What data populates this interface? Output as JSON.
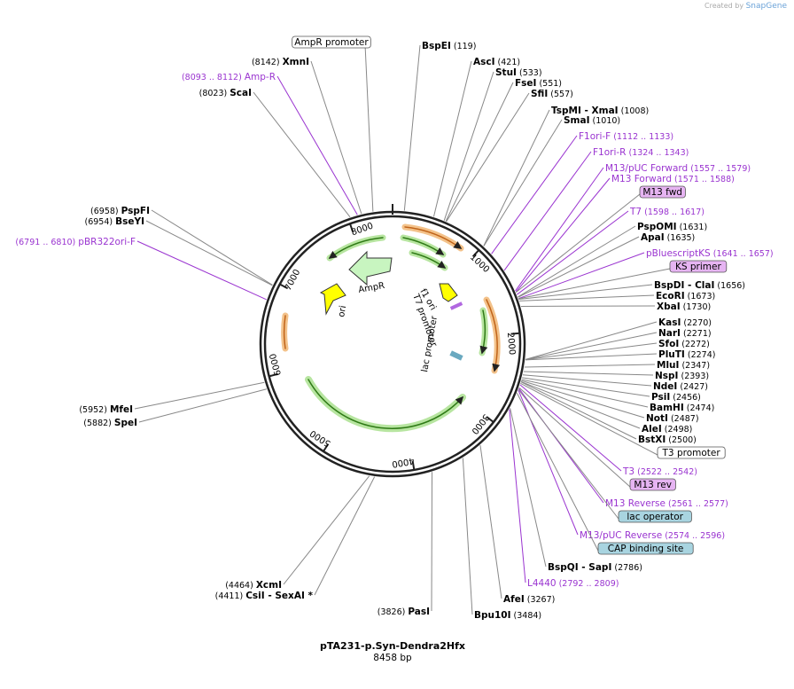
{
  "app": {
    "credit_prefix": "Created by",
    "credit_brand": "SnapGene"
  },
  "plasmid": {
    "name": "pTA231-p.Syn-Dendra2Hfx",
    "length_label": "8458 bp",
    "length": 8458
  },
  "ring": {
    "tick_labels": [
      "1000",
      "2000",
      "3000",
      "4000",
      "5000",
      "6000",
      "7000",
      "8000"
    ]
  },
  "colors": {
    "primer_feature": "#9a34d0",
    "primer_box": "#e6b4f2",
    "box_blue": "#a8d4e0",
    "arrow_green": "#3a8a1c",
    "arrow_orange": "#e0902a",
    "arrow_yellow": "#ffff00",
    "leader_grey": "#888888"
  },
  "inner_labels": {
    "ampr": "AmpR",
    "ori": "ori",
    "f1ori": "f1 ori",
    "t7promoter": "T7 promoter",
    "lacpromoter": "lac promoter"
  },
  "enzymes": [
    {
      "name": "BspEI",
      "pos": "(119)"
    },
    {
      "name": "AscI",
      "pos": "(421)"
    },
    {
      "name": "StuI",
      "pos": "(533)"
    },
    {
      "name": "FseI",
      "pos": "(551)"
    },
    {
      "name": "SfiI",
      "pos": "(557)"
    },
    {
      "name": "TspMI",
      "pos2": "XmaI",
      "pos": "(1008)"
    },
    {
      "name": "SmaI",
      "pos": "(1010)"
    },
    {
      "name": "PspOMI",
      "pos": "(1631)"
    },
    {
      "name": "ApaI",
      "pos": "(1635)"
    },
    {
      "name": "BspDI",
      "pos2": "ClaI",
      "pos": "(1656)"
    },
    {
      "name": "EcoRI",
      "pos": "(1673)"
    },
    {
      "name": "XbaI",
      "pos": "(1730)"
    },
    {
      "name": "KasI",
      "pos": "(2270)"
    },
    {
      "name": "NarI",
      "pos": "(2271)"
    },
    {
      "name": "SfoI",
      "pos": "(2272)"
    },
    {
      "name": "PluTI",
      "pos": "(2274)"
    },
    {
      "name": "MluI",
      "pos": "(2347)"
    },
    {
      "name": "NspI",
      "pos": "(2393)"
    },
    {
      "name": "NdeI",
      "pos": "(2427)"
    },
    {
      "name": "PsiI",
      "pos": "(2456)"
    },
    {
      "name": "BamHI",
      "pos": "(2474)"
    },
    {
      "name": "NotI",
      "pos": "(2487)"
    },
    {
      "name": "AleI",
      "pos": "(2498)"
    },
    {
      "name": "BstXI",
      "pos": "(2500)"
    },
    {
      "name": "BspQI",
      "pos2": "SapI",
      "pos": "(2786)"
    },
    {
      "name": "AfeI",
      "pos": "(3267)"
    },
    {
      "name": "Bpu10I",
      "pos": "(3484)"
    },
    {
      "name": "PasI",
      "pos": "(3826)"
    },
    {
      "name": "XcmI",
      "pos": "(4464)"
    },
    {
      "name": "CsiI",
      "pos2": "SexAI *",
      "pos": "(4411)"
    },
    {
      "name": "SpeI",
      "pos": "(5882)"
    },
    {
      "name": "MfeI",
      "pos": "(5952)"
    },
    {
      "name": "BseYI",
      "pos": "(6954)"
    },
    {
      "name": "PspFI",
      "pos": "(6958)"
    },
    {
      "name": "ScaI",
      "pos": "(8023)"
    },
    {
      "name": "XmnI",
      "pos": "(8142)"
    }
  ],
  "features": [
    {
      "name": "F1ori-F",
      "pos": "(1112 .. 1133)"
    },
    {
      "name": "F1ori-R",
      "pos": "(1324 .. 1343)"
    },
    {
      "name": "M13/pUC Forward",
      "pos": "(1557 .. 1579)"
    },
    {
      "name": "M13 Forward",
      "pos": "(1571 .. 1588)"
    },
    {
      "name": "T7",
      "pos": "(1598 .. 1617)"
    },
    {
      "name": "pBluescriptKS",
      "pos": "(1641 .. 1657)"
    },
    {
      "name": "T3",
      "pos": "(2522 .. 2542)"
    },
    {
      "name": "M13 Reverse",
      "pos": "(2561 .. 2577)"
    },
    {
      "name": "M13/pUC Reverse",
      "pos": "(2574 .. 2596)"
    },
    {
      "name": "L4440",
      "pos": "(2792 .. 2809)"
    },
    {
      "name": "pBR322ori-F",
      "pos": "(6791 .. 6810)"
    },
    {
      "name": "Amp-R",
      "pos": "(8093 .. 8112)"
    }
  ],
  "boxes": [
    {
      "name": "AmpR promoter"
    },
    {
      "name": "M13 fwd"
    },
    {
      "name": "KS primer"
    },
    {
      "name": "T3 promoter"
    },
    {
      "name": "M13 rev"
    },
    {
      "name": "lac operator"
    },
    {
      "name": "CAP binding site"
    }
  ]
}
